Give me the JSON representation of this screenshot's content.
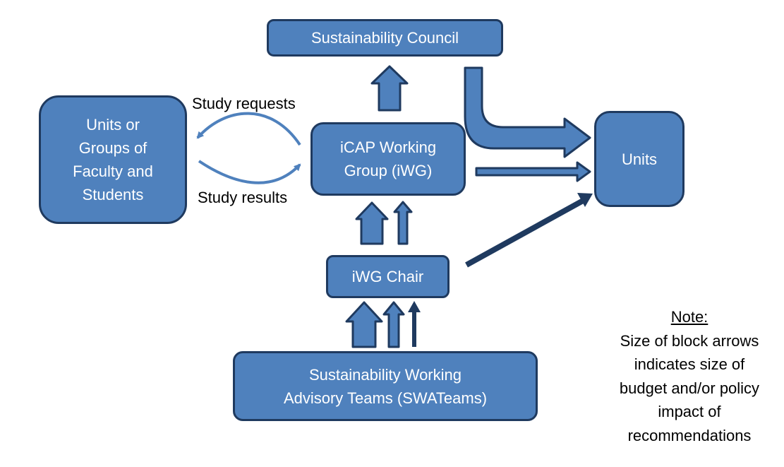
{
  "nodes": {
    "council": "Sustainability Council",
    "units_groups": "Units or\nGroups of\nFaculty and\nStudents",
    "iwg": "iCAP Working\nGroup (iWG)",
    "units": "Units",
    "chair": "iWG Chair",
    "swa": "Sustainability Working\nAdvisory Teams (SWATeams)"
  },
  "edges": {
    "study_requests": "Study requests",
    "study_results": "Study results"
  },
  "note": {
    "heading": "Note:",
    "body": "Size of block arrows\nindicates size of\nbudget and/or policy\nimpact of\nrecommendations"
  },
  "colors": {
    "box_fill": "#4f81bd",
    "box_border": "#1f3a5f",
    "curve_arrow": "#4f81bd"
  }
}
